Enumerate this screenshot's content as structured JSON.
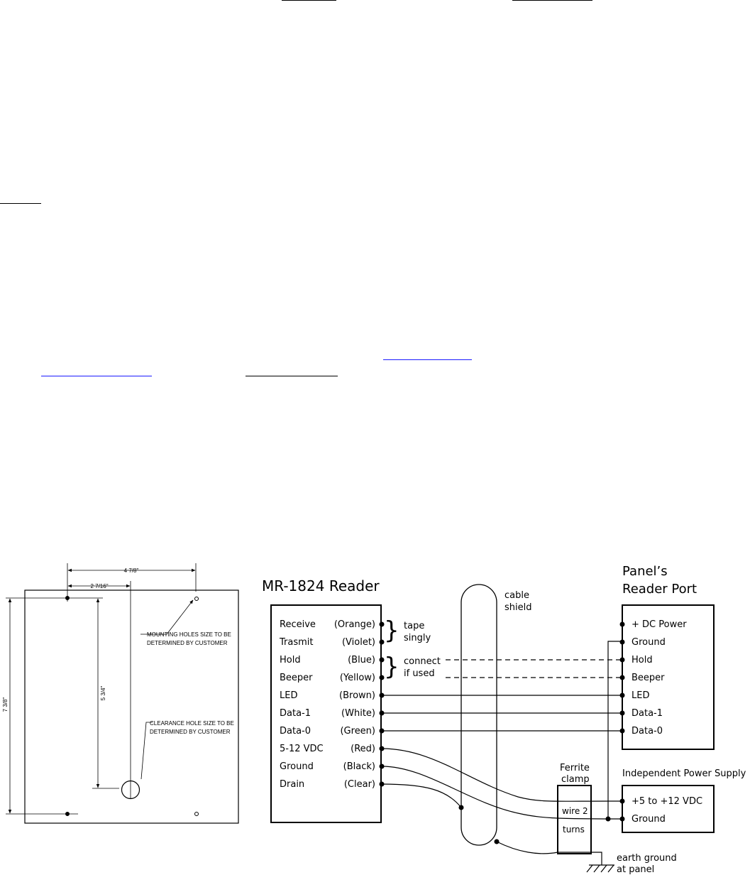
{
  "drawing": {
    "dim_width_outer": "4 7/8\"",
    "dim_width_inner": "2 7/16\"",
    "dim_height_inner": "5 3/4\"",
    "dim_height_outer": "7 3/8\"",
    "note_mounting_line1": "MOUNTING HOLES SIZE TO BE",
    "note_mounting_line2": "DETERMINED BY CUSTOMER",
    "note_clearance_line1": "CLEARANCE HOLE SIZE TO BE",
    "note_clearance_line2": "DETERMINED BY CUSTOMER"
  },
  "reader": {
    "title": "MR-1824 Reader",
    "pins": [
      {
        "name": "Receive",
        "color": "(Orange)"
      },
      {
        "name": "Trasmit",
        "color": "(Violet)"
      },
      {
        "name": "Hold",
        "color": "(Blue)"
      },
      {
        "name": "Beeper",
        "color": "(Yellow)"
      },
      {
        "name": "LED",
        "color": "(Brown)"
      },
      {
        "name": "Data-1",
        "color": "(White)"
      },
      {
        "name": "Data-0",
        "color": "(Green)"
      },
      {
        "name": "5-12 VDC",
        "color": "(Red)"
      },
      {
        "name": "Ground",
        "color": "(Black)"
      },
      {
        "name": "Drain",
        "color": "(Clear)"
      }
    ]
  },
  "notes": {
    "tape_line1": "tape",
    "tape_line2": "singly",
    "connect_line1": "connect",
    "connect_line2": "if used",
    "cable_line1": "cable",
    "cable_line2": "shield",
    "ferrite_line1": "Ferrite",
    "ferrite_line2": "clamp",
    "wire_label": "wire 2",
    "turns_label": "turns",
    "earth_line1": "earth ground",
    "earth_line2": "at panel"
  },
  "panel": {
    "title_line1": "Panel’s",
    "title_line2": "Reader Port",
    "pins": [
      "+ DC Power",
      "Ground",
      "Hold",
      "Beeper",
      "LED",
      "Data-1",
      "Data-0"
    ]
  },
  "power_supply": {
    "title": "Independent Power Supply",
    "pins": [
      "+5 to +12 VDC",
      "Ground"
    ]
  }
}
